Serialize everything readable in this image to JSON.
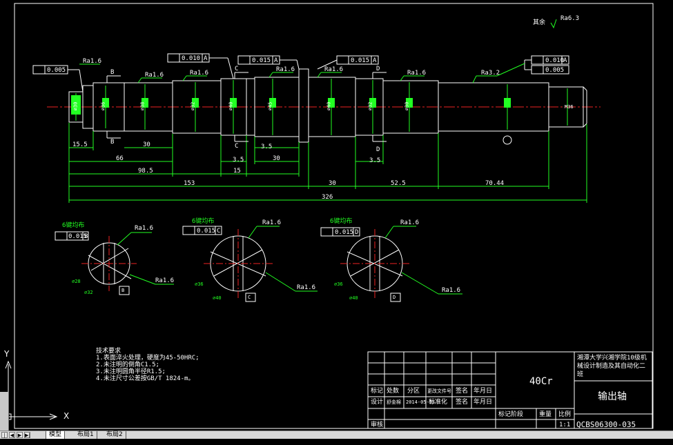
{
  "surface_roughness_other": "其余",
  "ra_default": "Ra6.3",
  "ra_values": {
    "r16": "Ra1.6",
    "r32": "Ra3.2"
  },
  "tolerances": {
    "t1": "0.005",
    "t2": "0.010",
    "t2ref": "A",
    "t3": "0.015",
    "t3ref": "A",
    "t4": "0.015",
    "t4ref": "A",
    "t5": "0.010",
    "t5ref": "A",
    "t6": "0.005"
  },
  "section_marks": {
    "b": "B",
    "c": "C",
    "d": "D"
  },
  "diameters": [
    "⌀30",
    "⌀36",
    "⌀38",
    "⌀32",
    "⌀40",
    "⌀45",
    "⌀40",
    "⌀32",
    "⌀30"
  ],
  "thread": "M36",
  "dims": {
    "d155": "15.5",
    "d30a": "30",
    "d66": "66",
    "d985": "98.5",
    "d35a": "3.5",
    "d35b": "3.5",
    "d30b": "30",
    "d15": "15",
    "d35c": "3.5",
    "d153": "153",
    "d30c": "30",
    "d525": "52.5",
    "d7044": "70.44",
    "d326": "326"
  },
  "sections": [
    {
      "title": "6键均布",
      "tol": "0.015",
      "ref": "B",
      "ra_top": "Ra1.6",
      "ra_bot": "Ra1.6",
      "d1": "⌀28",
      "d2": "⌀32",
      "ref_box": "B"
    },
    {
      "title": "6键均布",
      "tol": "0.015",
      "ref": "C",
      "ra_top": "Ra1.6",
      "ra_bot": "Ra1.6",
      "d1": "⌀36",
      "d2": "⌀40",
      "ref_box": "C"
    },
    {
      "title": "6键均布",
      "tol": "0.015",
      "ref": "D",
      "ra_top": "Ra1.6",
      "ra_bot": "Ra1.6",
      "d1": "⌀36",
      "d2": "⌀40",
      "ref_box": "D"
    }
  ],
  "tech_req": {
    "title": "技术要求",
    "lines": [
      "1.表面淬火处理，硬度为45-50HRC;",
      "2.未注明的倒角C1.5;",
      "3.未注明圆角半径R1.5;",
      "4.未注尺寸公差按GB/T 1824-m。"
    ]
  },
  "title_block": {
    "school": "湘潭大学兴湘学院10级机械设计制造及其自动化二班",
    "material": "40Cr",
    "part_name": "输出轴",
    "drawing_no": "QCBS06300-035",
    "h_biaoji": "标记",
    "h_chushu": "处数",
    "h_fenqu": "分区",
    "h_gengai": "更改文件号",
    "h_qianming": "签名",
    "h_nianyueri": "年月日",
    "r_sheji": "设计",
    "r_designer": "舒金棉",
    "r_date": "2014-05-25",
    "r_biaozhunhua": "标准化",
    "r_qianming": "签名",
    "r_nianyueri": "年月日",
    "r_shenhe": "审核",
    "stage": "标记阶段",
    "weight": "重量",
    "scale_h": "比例",
    "scale": "1:1"
  },
  "tabs": [
    "模型",
    "布局1",
    "布局2"
  ],
  "ucs": {
    "y": "Y",
    "x": "X"
  }
}
